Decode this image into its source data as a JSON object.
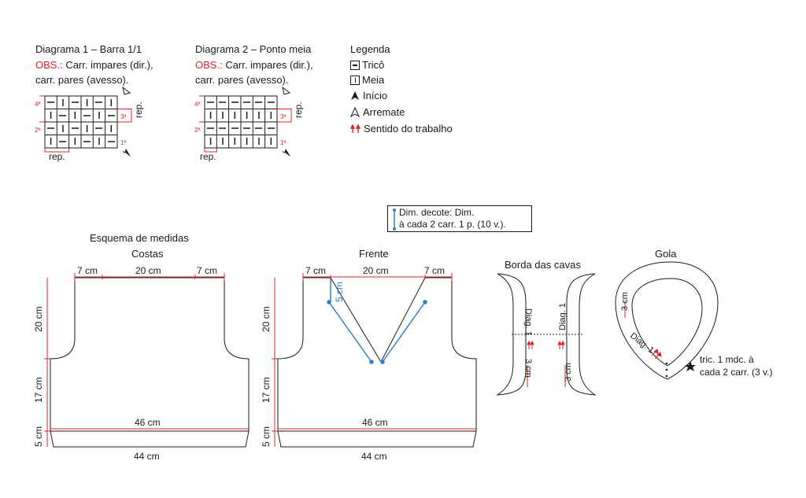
{
  "diagram1": {
    "title": "Diagrama 1 – Barra 1/1",
    "obs_label": "OBS.:",
    "obs_line1": "Carr. impares (dir.),",
    "obs_line2": "carr. pares (avesso).",
    "row_labels": [
      "4ª",
      "3ª",
      "2ª",
      "1ª"
    ],
    "rep_side": "rep.",
    "rep_bottom": "rep."
  },
  "diagram2": {
    "title": "Diagrama 2 – Ponto meia",
    "obs_label": "OBS.:",
    "obs_line1": "Carr. impares (dir.),",
    "obs_line2": "carr. pares (avesso).",
    "row_labels": [
      "4ª",
      "3ª",
      "2ª",
      "1ª"
    ],
    "rep_side": "rep.",
    "rep_bottom": "rep."
  },
  "legend": {
    "title": "Legenda",
    "items": [
      {
        "icon": "tricot-symbol-icon",
        "label": "Tricô"
      },
      {
        "icon": "meia-symbol-icon",
        "label": "Meia"
      },
      {
        "icon": "inicio-arrow-icon",
        "label": "Início"
      },
      {
        "icon": "arremate-arrow-icon",
        "label": "Arremate"
      },
      {
        "icon": "direction-arrows-icon",
        "label": "Sentido do trabalho"
      }
    ]
  },
  "decote_note": {
    "line1": "Dim. decote: Dim.",
    "line2": "à cada 2 carr. 1 p. (10 v.)."
  },
  "schema_title": "Esquema de medidas",
  "costas": {
    "title": "Costas",
    "top_left": "7 cm",
    "top_mid": "20 cm",
    "top_right": "7 cm",
    "h_top": "20 cm",
    "h_mid": "17 cm",
    "h_bottom": "5 cm",
    "width_body": "46 cm",
    "width_hem": "44 cm"
  },
  "frente": {
    "title": "Frente",
    "top_left": "7 cm",
    "top_mid": "20 cm",
    "top_right": "7 cm",
    "neck_depth": "5 cm",
    "h_top": "20 cm",
    "h_mid": "17 cm",
    "h_bottom": "5 cm",
    "width_body": "46 cm",
    "width_hem": "44 cm"
  },
  "borda": {
    "title": "Borda das cavas",
    "left_diag": "Diag. 1",
    "left_cm": "3 cm",
    "right_diag": "Diag. 1",
    "right_cm": "3 cm"
  },
  "gola": {
    "title": "Gola",
    "cm": "3 cm",
    "diag": "Diag. 1",
    "note_line1": "tric. 1 mdc. à",
    "note_line2": "cada 2 carr. (3 v.)"
  },
  "colors": {
    "ink": "#1a1a1a",
    "red": "#e0232a",
    "blue": "#2f7fc8"
  }
}
